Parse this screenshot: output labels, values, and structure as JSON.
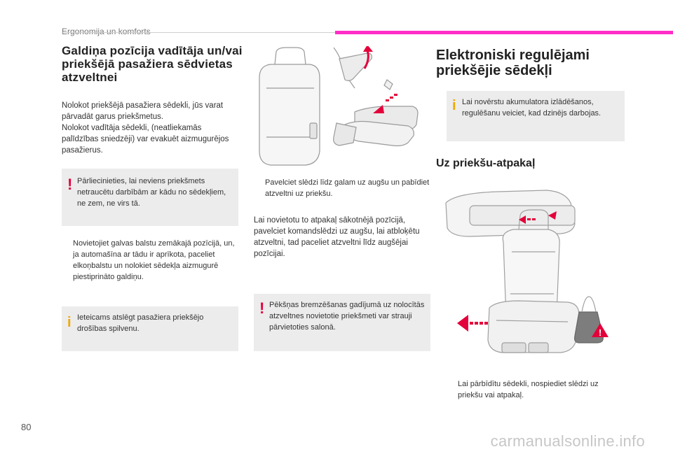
{
  "header": {
    "title": "Ergonomija un komforts"
  },
  "page_number": "80",
  "watermark": "carmanualsonline.info",
  "left": {
    "heading": "Galdiņa pozīcija vadītāja un/vai priekšējā pasažiera sēdvietas atzveltnei",
    "intro": "Nolokot priekšējā pasažiera sēdekli, jūs varat pārvadāt garus priekšmetus.\nNolokot vadītāja sēdekli, (neatliekamās palīdzības sniedzēji) var evakuēt aizmugurējos pasažierus.",
    "warning": "Pārliecinieties, lai neviens priekšmets netraucētu darbībām ar kādu no sēdekļiem, ne zem, ne virs tā.",
    "step": "Novietojiet galvas balstu zemākajā pozīcijā, un, ja automašīna ar tādu ir aprīkota, paceliet elkoņbalstu un nolokiet sēdekļa aizmugurē piestiprināto galdiņu.",
    "info": "Ieteicams atslēgt pasažiera priekšējo drošības spilvenu."
  },
  "middle": {
    "step": "Pavelciet slēdzi līdz galam uz augšu un pabīdiet atzveltni uz priekšu.",
    "para": "Lai novietotu to atpakaļ sākotnējā pozīcijā, pavelciet komandslēdzi uz augšu, lai atbloķētu atzveltni, tad paceliet atzveltni līdz augšējai pozīcijai.",
    "warning": "Pēkšņas bremzēšanas gadījumā uz nolocītās atzveltnes novietotie priekšmeti var strauji pārvietoties salonā."
  },
  "right": {
    "heading": "Elektroniski regulējami priekšējie sēdekļi",
    "info": "Lai novērstu akumulatora izlādēšanos, regulēšanu veiciet, kad dzinējs darbojas.",
    "subheading": "Uz priekšu-atpakaļ",
    "step": "Lai pārbīdītu sēdekli, nospiediet slēdzi uz priekšu vai atpakaļ."
  },
  "symbols": {
    "bullet": "",
    "warning": "!",
    "info": "i"
  },
  "colors": {
    "accent": "#ff2ec7",
    "warning": "#e4003b",
    "info": "#f0a800",
    "note_bg": "#ececec"
  }
}
